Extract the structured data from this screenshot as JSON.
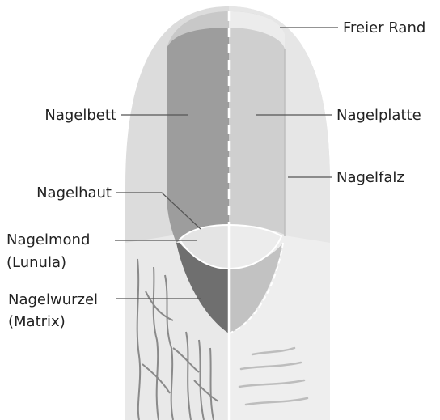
{
  "labels": {
    "freier_rand": "Freier Rand",
    "nagelbett": "Nagelbett",
    "nagelplatte": "Nagelplatte",
    "nagelfalz": "Nagelfalz",
    "nagelhaut": "Nagelhaut",
    "nagelmond": "Nagelmond",
    "lunula": "(Lunula)",
    "nagelwurzel": "Nagelwurzel",
    "matrix": "(Matrix)"
  }
}
